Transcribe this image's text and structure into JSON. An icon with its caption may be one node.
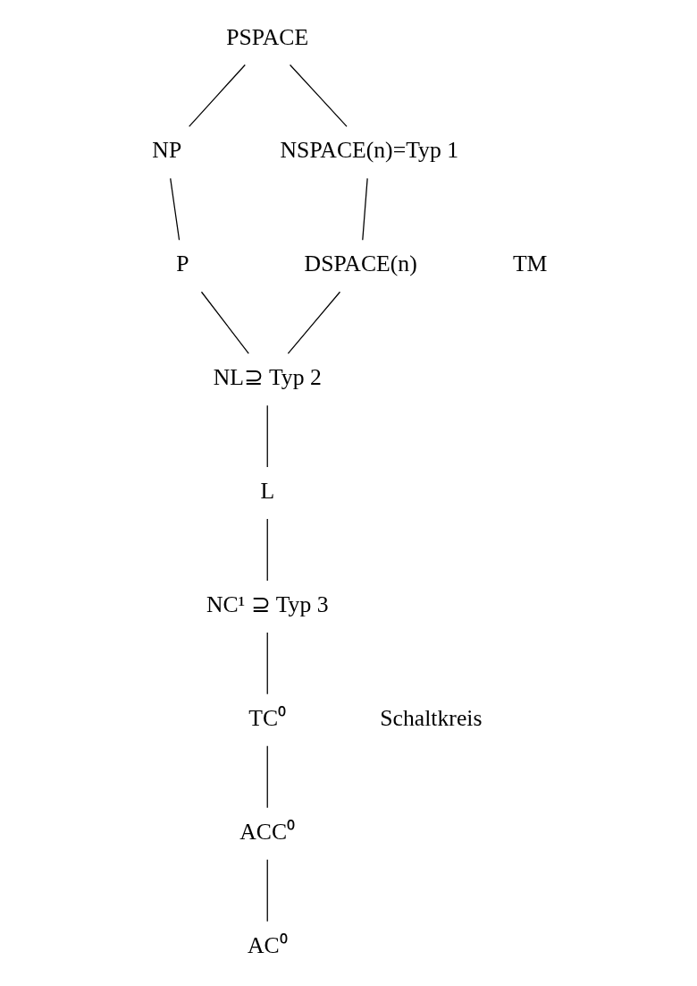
{
  "diagram": {
    "nodes": [
      {
        "text": [
          "PSPACE"
        ]
      },
      {
        "text": [
          "NP"
        ]
      },
      {
        "text": [
          "NSPACE(n)=Typ 1"
        ]
      },
      {
        "text": [
          "P"
        ]
      },
      {
        "text": [
          "DSPACE(n)"
        ]
      },
      {
        "text": [
          "NL⊇ Typ 2"
        ]
      },
      {
        "text": [
          "L"
        ]
      },
      {
        "text": [
          "NC¹ ⊇ Typ 3"
        ]
      },
      {
        "text": [
          "TC⁰"
        ]
      },
      {
        "text": [
          "ACC⁰"
        ]
      },
      {
        "text": [
          "AC⁰"
        ]
      }
    ],
    "edges": [
      {
        "from": 0,
        "to": 1,
        "arrow": "none"
      },
      {
        "from": 0,
        "to": 2,
        "arrow": "none"
      },
      {
        "from": 1,
        "to": 3,
        "arrow": "none"
      },
      {
        "from": 2,
        "to": 4,
        "arrow": "none"
      },
      {
        "from": 3,
        "to": 5,
        "arrow": "none"
      },
      {
        "from": 4,
        "to": 5,
        "arrow": "none"
      },
      {
        "from": 5,
        "to": 6,
        "arrow": "none"
      },
      {
        "from": 6,
        "to": 7,
        "arrow": "none"
      },
      {
        "from": 7,
        "to": 8,
        "arrow": "none"
      },
      {
        "from": 8,
        "to": 9,
        "arrow": "none"
      },
      {
        "from": 9,
        "to": 10,
        "arrow": "none"
      }
    ],
    "labels": [
      "TM",
      "Schaltkreis"
    ]
  }
}
